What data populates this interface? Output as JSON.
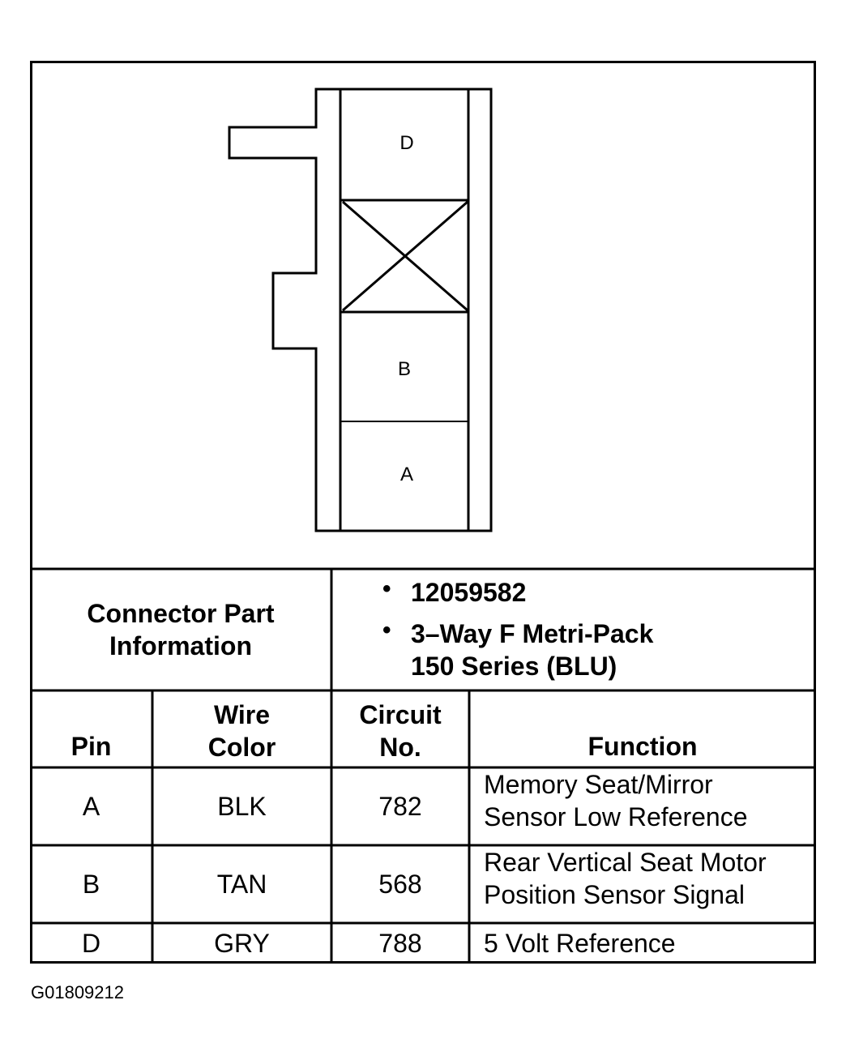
{
  "connector": {
    "pins": [
      {
        "label": "D"
      },
      {
        "label": "B"
      },
      {
        "label": "A"
      }
    ]
  },
  "part_info": {
    "label": "Connector Part Information",
    "label_line1": "Connector Part",
    "label_line2": "Information",
    "items": [
      {
        "line1": "12059582"
      },
      {
        "line1": "3–Way F Metri-Pack",
        "line2": "150 Series (BLU)"
      }
    ]
  },
  "table": {
    "headers": {
      "pin": "Pin",
      "wire_color_line1": "Wire",
      "wire_color_line2": "Color",
      "circuit_line1": "Circuit",
      "circuit_line2": "No.",
      "function": "Function"
    },
    "rows": [
      {
        "pin": "A",
        "wire_color": "BLK",
        "circuit": "782",
        "function_line1": "Memory Seat/Mirror",
        "function_line2": "Sensor Low Reference"
      },
      {
        "pin": "B",
        "wire_color": "TAN",
        "circuit": "568",
        "function_line1": "Rear Vertical Seat Motor",
        "function_line2": "Position Sensor Signal"
      },
      {
        "pin": "D",
        "wire_color": "GRY",
        "circuit": "788",
        "function_line1": "5 Volt Reference",
        "function_line2": ""
      }
    ]
  },
  "figure_id": "G01809212"
}
